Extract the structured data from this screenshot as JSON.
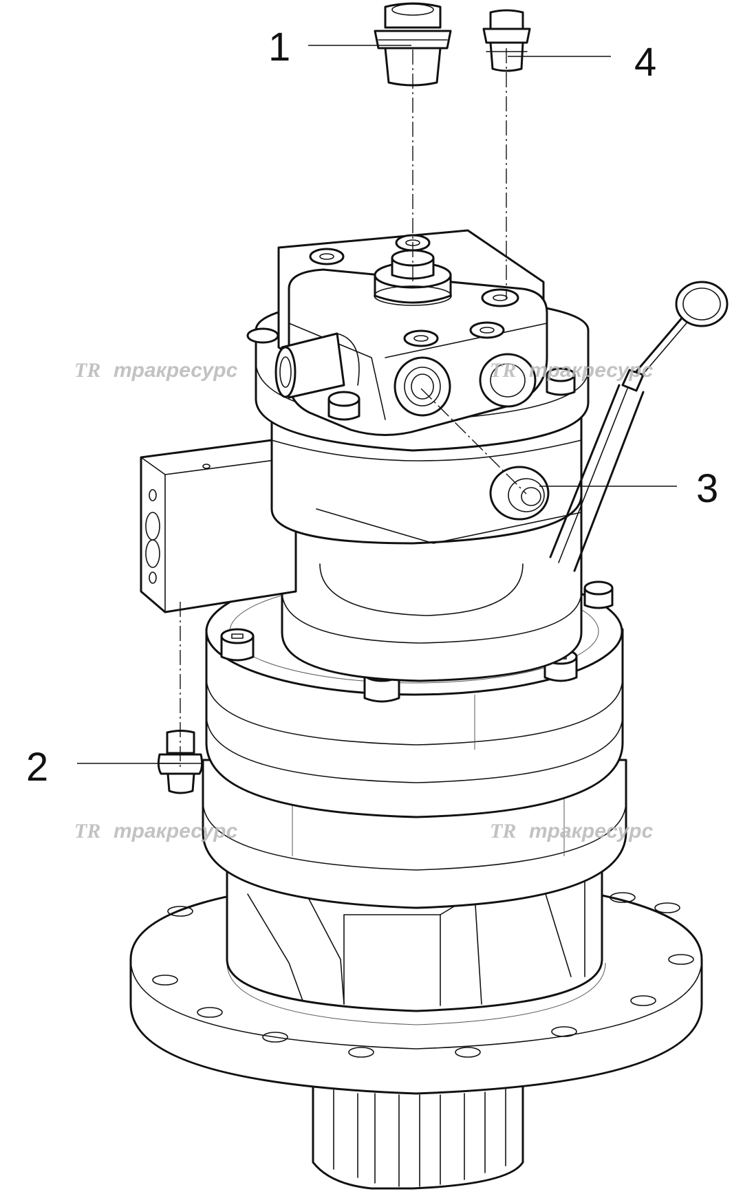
{
  "callouts": {
    "c1": "1",
    "c2": "2",
    "c3": "3",
    "c4": "4"
  },
  "watermark": {
    "logo": "TR",
    "text": "тракресурс"
  },
  "colors": {
    "line": "#111111",
    "background": "#ffffff",
    "watermark": "#b8b8b8"
  }
}
